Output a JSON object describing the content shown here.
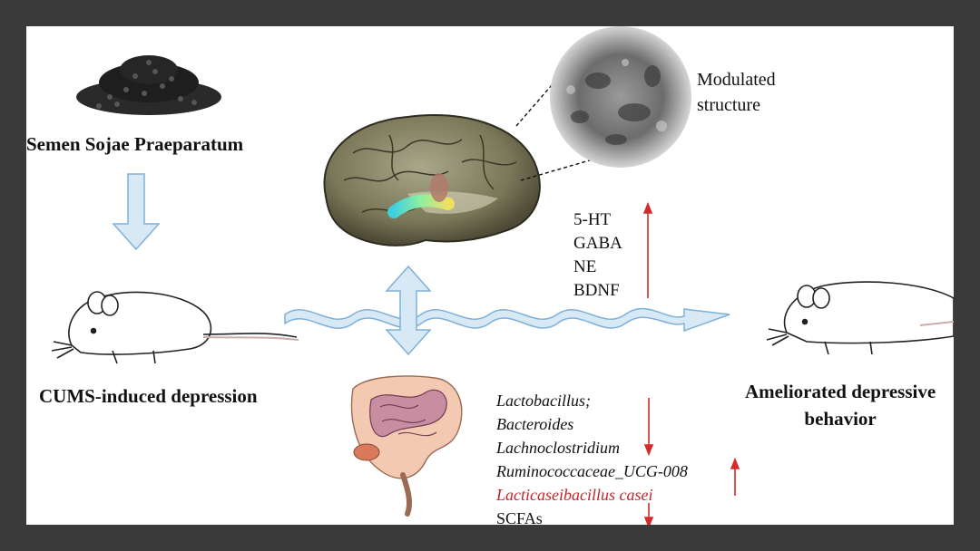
{
  "labels": {
    "herb": "Semen Sojae Praeparatum",
    "model": "CUMS-induced depression",
    "outcome_line1": "Ameliorated depressive",
    "outcome_line2": "behavior",
    "modulated_line1": "Modulated",
    "modulated_line2": "structure"
  },
  "neurotransmitters": [
    "5-HT",
    "GABA",
    "NE",
    "BDNF"
  ],
  "microbiota": [
    {
      "text": "Lactobacillus;"
    },
    {
      "text": "Bacteroides"
    },
    {
      "text": "Lachnoclostridium"
    },
    {
      "text": "Ruminococcaceae_UCG-008"
    },
    {
      "text": " Lacticaseibacillus casei"
    },
    {
      "text": "SCFAs"
    }
  ],
  "colors": {
    "arrow_fill": "#d8e9f6",
    "arrow_stroke": "#7fb0d8",
    "indicator_red": "#d42a2a",
    "highlight_text": "#c0262d",
    "frame": "#3a3a3a"
  },
  "icons": [
    "soybean-pile-icon",
    "brain-illustration",
    "microscopy-image",
    "mouse-icon",
    "intestine-illustration"
  ]
}
